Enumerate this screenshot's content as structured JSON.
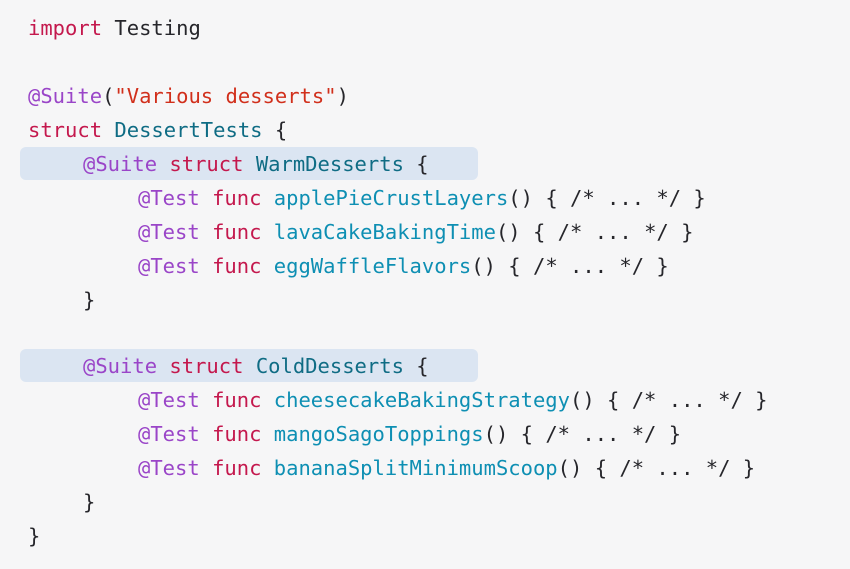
{
  "code": {
    "import_kw": "import",
    "import_module": "Testing",
    "suite_attr": "@Suite",
    "suite_open_paren": "(",
    "suite_string": "\"Various desserts\"",
    "suite_close_paren": ")",
    "struct_kw": "struct",
    "outer_type": "DessertTests",
    "open_brace": "{",
    "close_brace": "}",
    "nested_suites": [
      {
        "attr": "@Suite",
        "kw": "struct",
        "name": "WarmDesserts",
        "tests": [
          {
            "attr": "@Test",
            "kw": "func",
            "name": "applePieCrustLayers",
            "parens": "()",
            "body": "{ /* ... */ }"
          },
          {
            "attr": "@Test",
            "kw": "func",
            "name": "lavaCakeBakingTime",
            "parens": "()",
            "body": "{ /* ... */ }"
          },
          {
            "attr": "@Test",
            "kw": "func",
            "name": "eggWaffleFlavors",
            "parens": "()",
            "body": "{ /* ... */ }"
          }
        ]
      },
      {
        "attr": "@Suite",
        "kw": "struct",
        "name": "ColdDesserts",
        "tests": [
          {
            "attr": "@Test",
            "kw": "func",
            "name": "cheesecakeBakingStrategy",
            "parens": "()",
            "body": "{ /* ... */ }"
          },
          {
            "attr": "@Test",
            "kw": "func",
            "name": "mangoSagoToppings",
            "parens": "()",
            "body": "{ /* ... */ }"
          },
          {
            "attr": "@Test",
            "kw": "func",
            "name": "bananaSplitMinimumScoop",
            "parens": "()",
            "body": "{ /* ... */ }"
          }
        ]
      }
    ]
  },
  "colors": {
    "background": "#f6f6f7",
    "highlight": "#dbe5f2",
    "keyword": "#c4184d",
    "attribute": "#9a45c8",
    "string": "#d12f1b",
    "type": "#0f6c84",
    "function": "#0e8fb3"
  }
}
